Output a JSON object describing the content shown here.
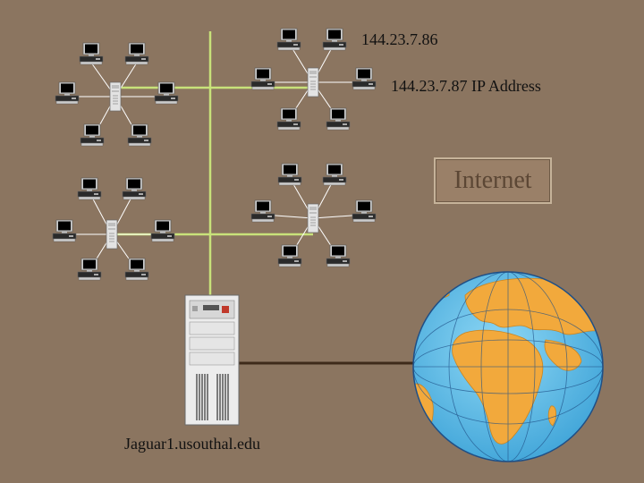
{
  "labels": {
    "ip_primary": "144.23.7.86",
    "ip_secondary": "144.23.7.87 IP Address",
    "internet": "Internet",
    "server_name": "Jaguar1.usouthal.edu"
  },
  "icons": {
    "workstation": "desktop-computer-icon",
    "hub_server": "tower-server-icon",
    "main_server": "main-server-icon",
    "globe": "globe-icon"
  },
  "colors": {
    "background": "#8b7560",
    "backbone": "#c8e27a",
    "spoke": "#ffffff",
    "wan_link": "#3e2a1a",
    "ocean": "#55b9e6",
    "land": "#f2a93c"
  }
}
